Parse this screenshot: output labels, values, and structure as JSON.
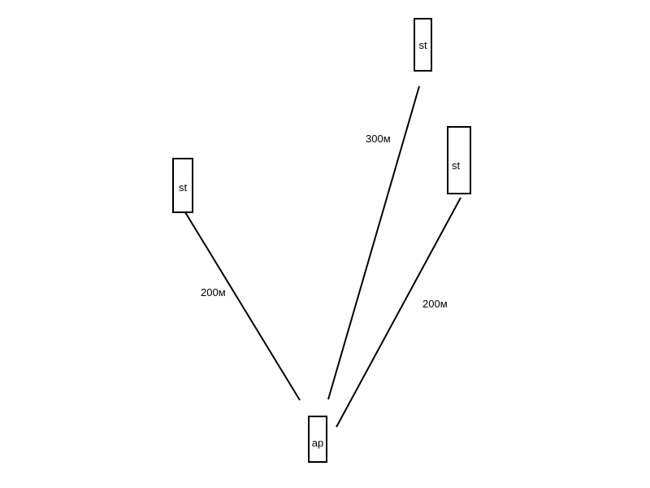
{
  "nodes": {
    "station_left": {
      "label": "st"
    },
    "station_top": {
      "label": "st"
    },
    "station_right": {
      "label": "st"
    },
    "access_point": {
      "label": "ap"
    }
  },
  "links": {
    "left": {
      "distance": "200м"
    },
    "top": {
      "distance": "300м"
    },
    "right": {
      "distance": "200м"
    }
  }
}
